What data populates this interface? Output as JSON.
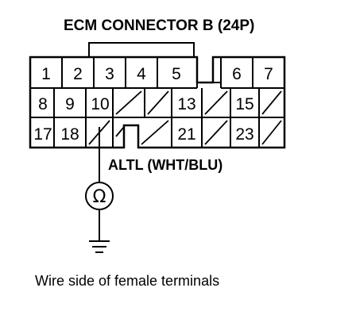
{
  "title": "ECM CONNECTOR B (24P)",
  "rows": [
    [
      "1",
      "2",
      "3",
      "4",
      "5",
      "",
      "6",
      "7"
    ],
    [
      "8",
      "9",
      "10",
      "",
      "",
      "13",
      "",
      "15",
      ""
    ],
    [
      "17",
      "18",
      "",
      "",
      "",
      "21",
      "",
      "23",
      ""
    ]
  ],
  "wire_label": "ALTL (WHT/BLU)",
  "meter_symbol": "Ω",
  "caption": "Wire side of female terminals"
}
